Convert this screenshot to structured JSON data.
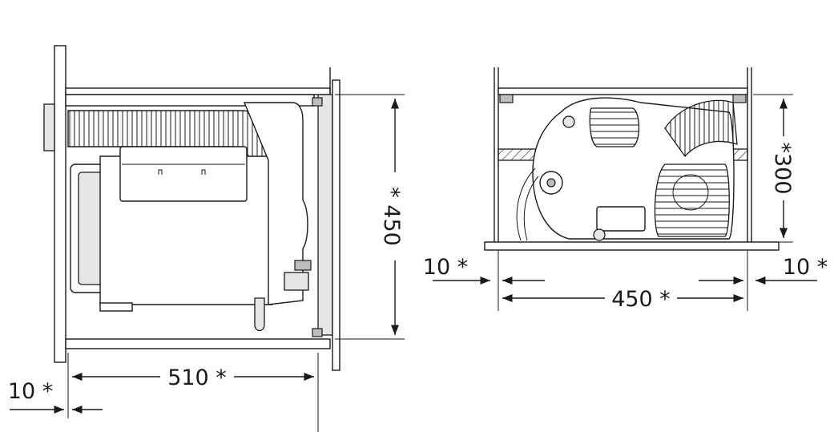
{
  "left_view": {
    "height_label": "* 450",
    "width_label": "510 *",
    "offset_label": "10 *"
  },
  "right_view": {
    "height_label": "*300",
    "width_label": "450 *",
    "left_offset_label": "10 *",
    "right_offset_label": "10 *"
  },
  "colors": {
    "line": "#1a1a1a",
    "fill_light": "#e6e6e6",
    "fill_mid": "#bdbdbd"
  }
}
